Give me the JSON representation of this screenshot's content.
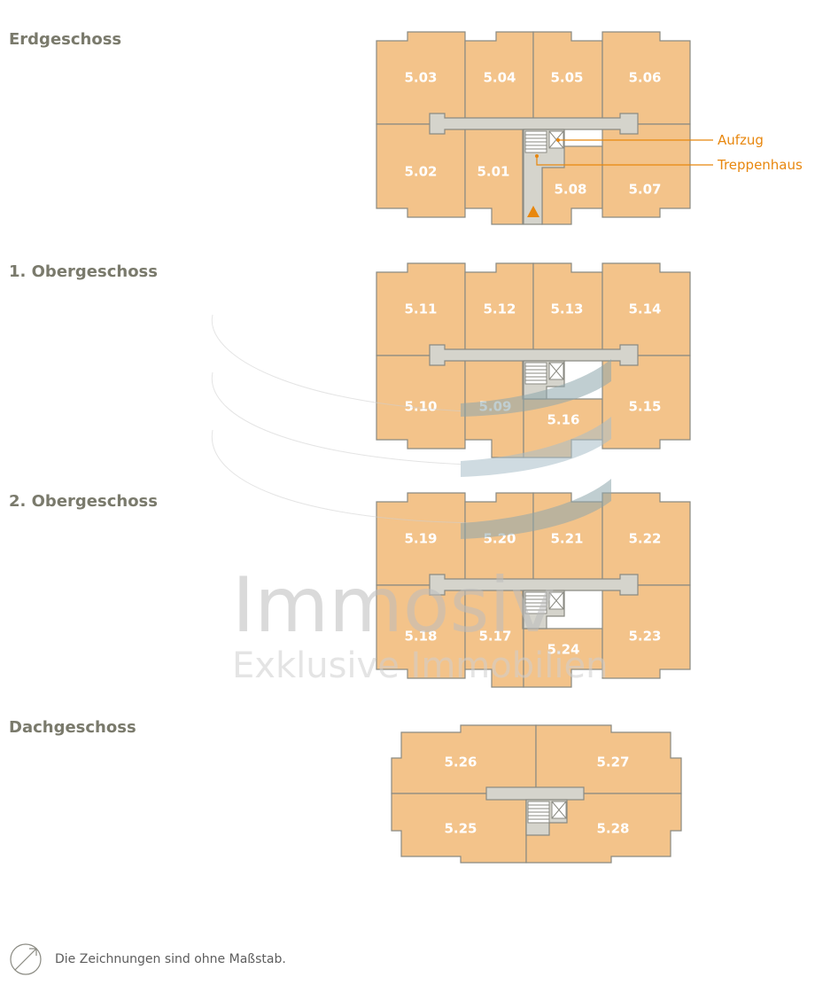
{
  "floors": {
    "erdgeschoss": {
      "title": "Erdgeschoss",
      "units": [
        "5.03",
        "5.04",
        "5.05",
        "5.06",
        "5.02",
        "5.01",
        "5.08",
        "5.07"
      ],
      "callouts": {
        "aufzug": "Aufzug",
        "treppenhaus": "Treppenhaus"
      }
    },
    "og1": {
      "title": "1. Obergeschoss",
      "units": [
        "5.11",
        "5.12",
        "5.13",
        "5.14",
        "5.10",
        "5.09",
        "5.16",
        "5.15"
      ]
    },
    "og2": {
      "title": "2. Obergeschoss",
      "units": [
        "5.19",
        "5.20",
        "5.21",
        "5.22",
        "5.18",
        "5.17",
        "5.24",
        "5.23"
      ]
    },
    "dg": {
      "title": "Dachgeschoss",
      "units": [
        "5.26",
        "5.27",
        "5.25",
        "5.28"
      ]
    }
  },
  "watermark": {
    "brand": "Immosiv",
    "tagline": "Exklusive Immobilien"
  },
  "footer": {
    "note": "Die Zeichnungen sind ohne Maßstab."
  },
  "colors": {
    "unit_fill": "#f3c38a",
    "core_fill": "#d5d4cc",
    "accent": "#e8870e",
    "outline": "#8a8a82"
  }
}
